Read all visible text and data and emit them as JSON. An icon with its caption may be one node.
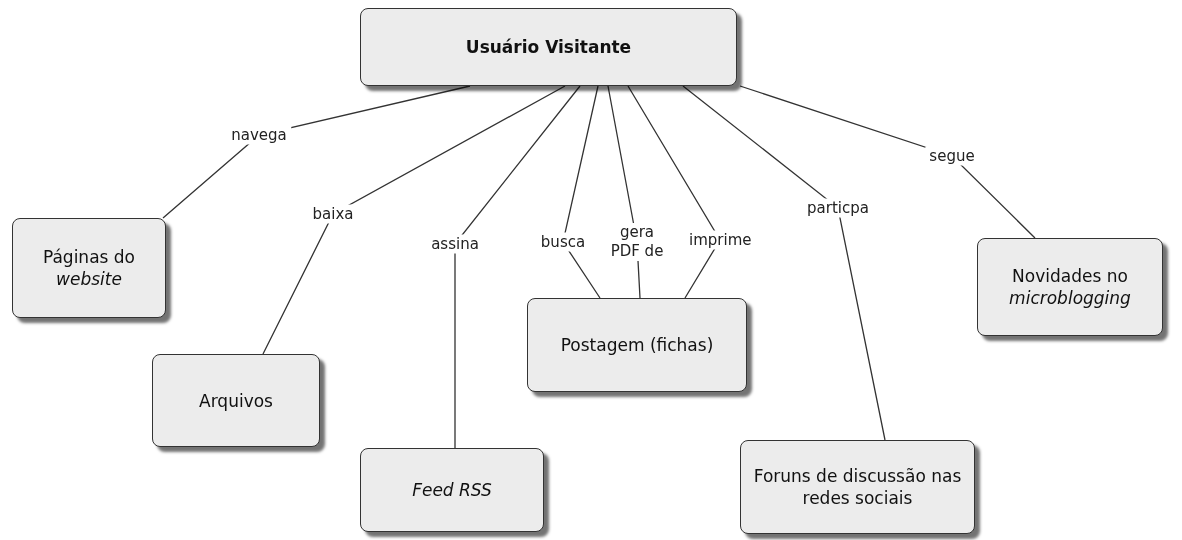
{
  "diagram": {
    "nodes": [
      {
        "text": [
          "Usuário Visitante"
        ]
      },
      {
        "text": [
          "Páginas do *website*"
        ]
      },
      {
        "text": [
          "Arquivos"
        ]
      },
      {
        "text": [
          "Feed RSS"
        ]
      },
      {
        "text": [
          "Postagem (fichas)"
        ]
      },
      {
        "text": [
          "Foruns de discussão nas redes sociais"
        ]
      },
      {
        "text": [
          "Novidades no *microblogging*"
        ]
      }
    ],
    "edges": [
      {
        "from": 0,
        "to": 1,
        "arrow": "none",
        "label": "navega"
      },
      {
        "from": 0,
        "to": 2,
        "arrow": "none",
        "label": "baixa"
      },
      {
        "from": 0,
        "to": 3,
        "arrow": "none",
        "label": "assina"
      },
      {
        "from": 0,
        "to": 4,
        "arrow": "none",
        "label": "busca"
      },
      {
        "from": 0,
        "to": 4,
        "arrow": "none",
        "label": "gera PDF de"
      },
      {
        "from": 0,
        "to": 4,
        "arrow": "none",
        "label": "imprime"
      },
      {
        "from": 0,
        "to": 5,
        "arrow": "none",
        "label": "particpa"
      },
      {
        "from": 0,
        "to": 6,
        "arrow": "none",
        "label": "segue"
      }
    ]
  }
}
